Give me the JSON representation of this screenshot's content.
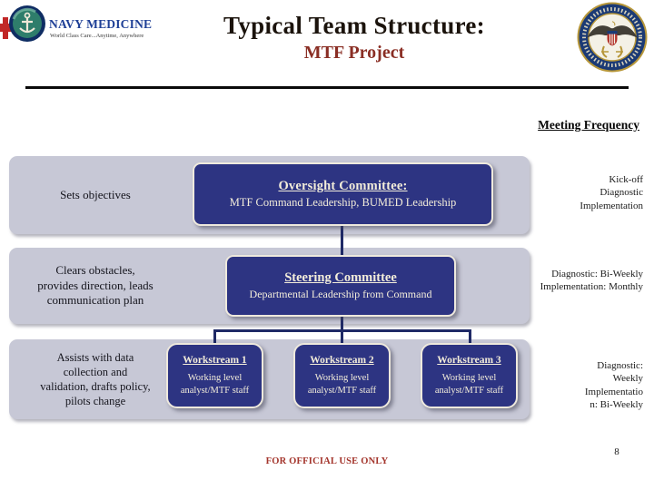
{
  "header": {
    "brand": "NAVY MEDICINE",
    "tagline": "World Class Care...Anytime, Anywhere",
    "title_line1": "Typical Team Structure:",
    "title_line2": "MTF Project"
  },
  "meeting_frequency_label": "Meeting Frequency",
  "org": {
    "row1": {
      "left_note": "Sets objectives",
      "box_title": "Oversight Committee:",
      "box_subtitle": "MTF Command Leadership, BUMED Leadership",
      "right_note": "Kick-off\nDiagnostic\nImplementation"
    },
    "row2": {
      "left_note": "Clears obstacles,\nprovides direction, leads\ncommunication plan",
      "box_title": "Steering Committee",
      "box_subtitle": "Departmental Leadership from Command",
      "right_note": "Diagnostic: Bi-Weekly\nImplementation:  Monthly"
    },
    "row3": {
      "left_note": "Assists with data\ncollection and\nvalidation, drafts policy,\npilots change",
      "boxes": [
        {
          "title": "Workstream 1",
          "subtitle": "Working level\nanalyst/MTF staff"
        },
        {
          "title": "Workstream 2",
          "subtitle": "Working level\nanalyst/MTF staff"
        },
        {
          "title": "Workstream 3",
          "subtitle": "Working level\nanalyst/MTF staff"
        }
      ],
      "right_note": "Diagnostic:\nWeekly\nImplementatio\nn: Bi-Weekly"
    }
  },
  "footer": {
    "classification": "FOR OFFICIAL USE ONLY",
    "page_number": "8"
  },
  "icons": {
    "brand_logo": "navy-medicine-globe-anchor",
    "seal": "department-of-the-navy-bumed-seal",
    "red_cross": "red-cross"
  },
  "colors": {
    "box_navy": "#2d3482",
    "band_gray": "#c7c8d6",
    "title_black": "#1b130c",
    "subtitle_maroon": "#8a2e24",
    "classification_red": "#a3342b",
    "connector_navy": "#1f2a66",
    "brand_blue": "#1e3f96"
  }
}
